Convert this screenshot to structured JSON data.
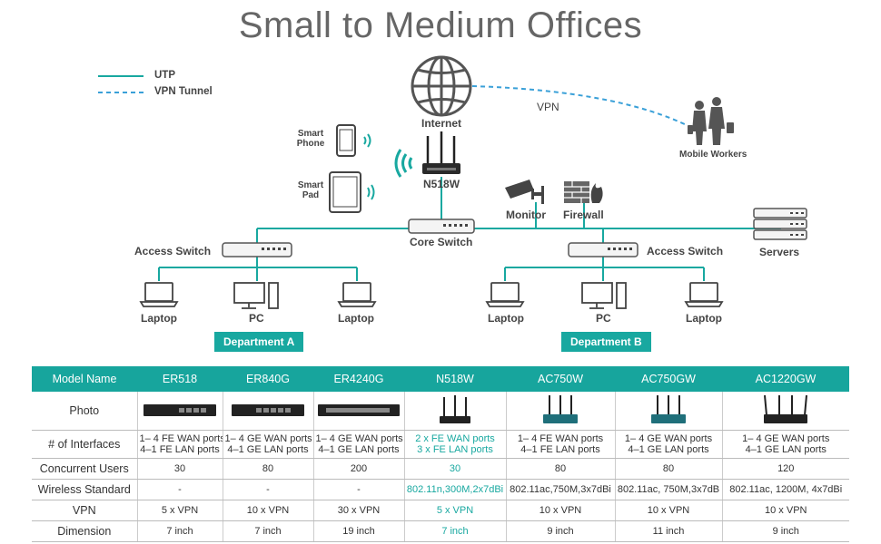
{
  "title": "Small to Medium Offices",
  "legend": {
    "utp": "UTP",
    "vpn_tunnel": "VPN Tunnel"
  },
  "labels": {
    "internet": "Internet",
    "vpn": "VPN",
    "mobile_workers": "Mobile Workers",
    "smart_phone_1": "Smart",
    "smart_phone_2": "Phone",
    "smart_pad_1": "Smart",
    "smart_pad_2": "Pad",
    "router": "N518W",
    "monitor": "Monitor",
    "firewall": "Firewall",
    "core_switch": "Core Switch",
    "servers": "Servers",
    "access_switch_a": "Access Switch",
    "access_switch_b": "Access Switch",
    "laptop": "Laptop",
    "pc": "PC",
    "dept_a": "Department A",
    "dept_b": "Department B"
  },
  "colors": {
    "accent": "#17a59d",
    "title": "#666666"
  },
  "table": {
    "header_label": "Model Name",
    "models": [
      "ER518",
      "ER840G",
      "ER4240G",
      "N518W",
      "AC750W",
      "AC750GW",
      "AC1220GW"
    ],
    "highlight_col": 3,
    "rows": {
      "photo": "Photo",
      "interfaces_label": "# of Interfaces",
      "interfaces": [
        [
          "1– 4 FE WAN ports",
          "4–1 FE LAN ports"
        ],
        [
          "1– 4 GE WAN ports",
          "4–1 GE LAN ports"
        ],
        [
          "1– 4 GE WAN ports",
          "4–1 GE LAN ports"
        ],
        [
          "2 x FE WAN ports",
          "3 x FE LAN ports"
        ],
        [
          "1– 4 FE WAN ports",
          "4–1 FE LAN ports"
        ],
        [
          "1– 4 GE WAN ports",
          "4–1 GE LAN ports"
        ],
        [
          "1– 4 GE WAN ports",
          "4–1 GE LAN ports"
        ]
      ],
      "users_label": "Concurrent Users",
      "users": [
        "30",
        "80",
        "200",
        "30",
        "80",
        "80",
        "120"
      ],
      "wireless_label": "Wireless Standard",
      "wireless": [
        "-",
        "-",
        "-",
        "802.11n,300M,2x7dBi",
        "802.11ac,750M,3x7dBi",
        "802.11ac, 750M,3x7dB",
        "802.11ac, 1200M, 4x7dBi"
      ],
      "vpn_label": "VPN",
      "vpn": [
        "5 x VPN",
        "10 x VPN",
        "30 x VPN",
        "5 x VPN",
        "10 x VPN",
        "10 x VPN",
        "10 x VPN"
      ],
      "dimension_label": "Dimension",
      "dimension": [
        "7 inch",
        "7 inch",
        "19 inch",
        "7 inch",
        "9 inch",
        "11 inch",
        "9 inch"
      ]
    }
  }
}
